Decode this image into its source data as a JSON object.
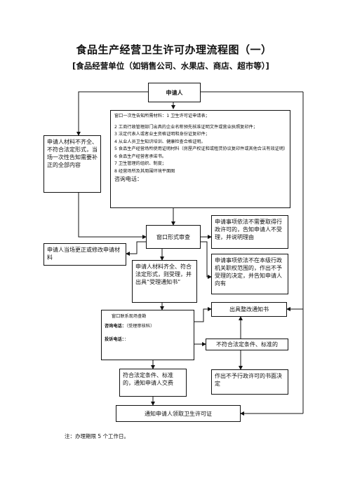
{
  "title": "食品生产经营卫生许可办理流程图（一）",
  "subtitle": "[食品经营单位（如销售公司、水果店、商店、超市等）]",
  "applicant": "申请人",
  "materials": {
    "intro": "窗口一次性告知所需材料：",
    "items": [
      "1 卫生许可证申请表；",
      "2 工商行政管理部门出具的企业名称预先核准证明文件或营业执照复印件；",
      "3 法定代表人或者业主资格证明和身份证复印件；",
      "4 从业人员卫生知识培训、健康检查合格证明。",
      "5 食品生产经营场所使用证明材料（房屋产权证和或租赁协议复印件或其他合法有效证明）",
      "6 食品生产经营者承诺书。",
      "7 卫生管理的组织、制度；",
      "8 经营场所及其周围环境平面图"
    ],
    "phone": "咨询电话："
  },
  "left_notice": "申请人材料不齐全、不符合法定形式，当场一次性告知需要补正的全部内容",
  "window_review": "窗口形式审查",
  "no_permit_needed": "申请事项依法不需要取得行政许可的，告知申请人不受理，并说明理由",
  "correct_on_spot": "申请人当场更正或修改申请材料",
  "accepted": "申请人材料齐全、符合法定形式，则受理，并出具“受理通知书”",
  "not_in_scope": "申请事项依法不在本级行政机关职权范围的，作出不予受理的决定，并告知申请人向有",
  "rectify_notice": "出具整改通知书",
  "inspection": {
    "title": "窗口联系现场查勘",
    "consult_label": "咨询电话：",
    "consult_value": "（受理审核科）",
    "complaint_label": "投诉电话：",
    "complaint_value": "："
  },
  "not_meet": "不符合法定条件、标准的",
  "meets": "符合法定条件、标准的，通知申请人交费",
  "deny_decision": "作出不予行政许可的书面决定",
  "notify_collect": "通知申请人领取卫生许可证",
  "note": "注：办理期限 5 个工作日。"
}
